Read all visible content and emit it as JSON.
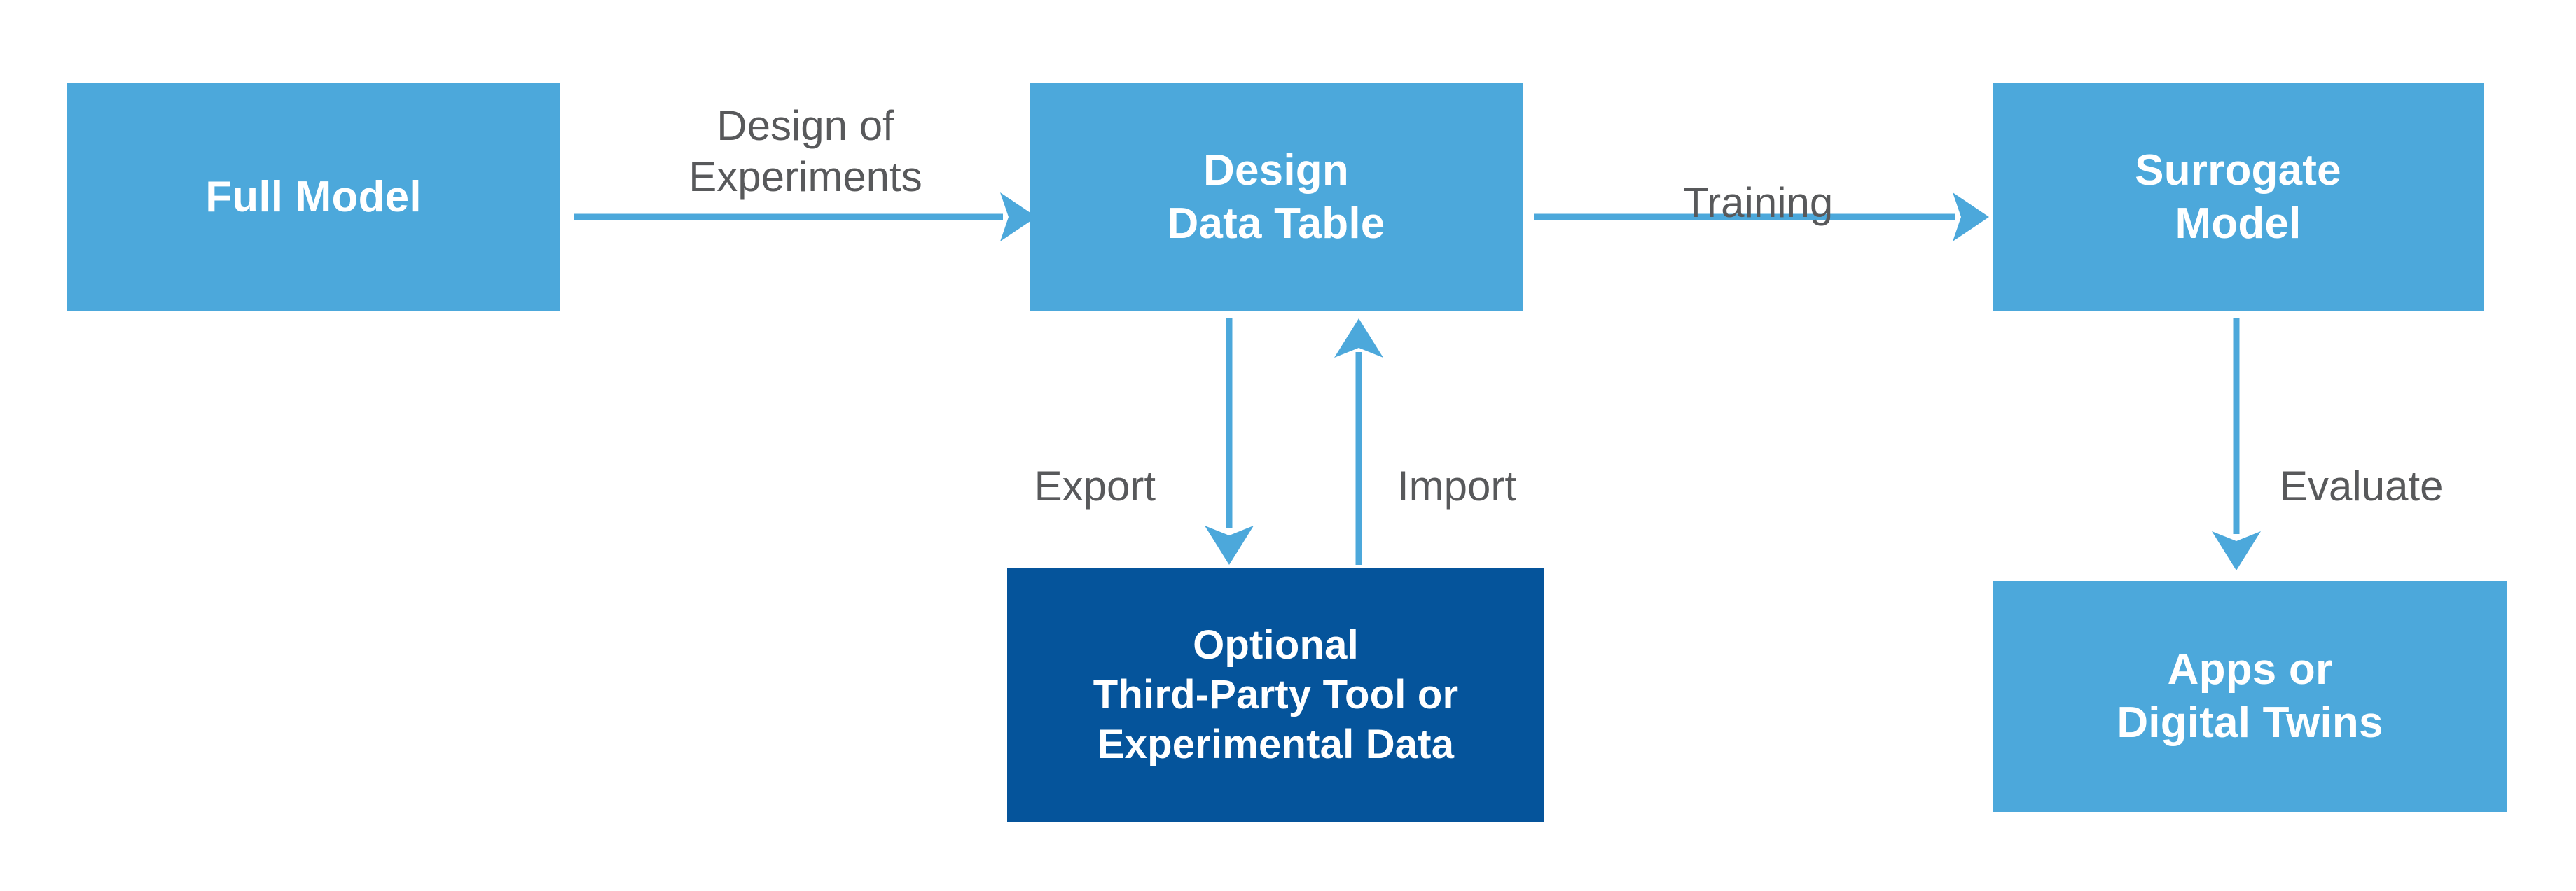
{
  "diagram": {
    "title": "Surrogate Model Workflow",
    "colors": {
      "node_light": "#4CA8DB",
      "node_dark": "#05549B",
      "label_gray": "#58595B",
      "arrow": "#4CA8DB",
      "background": "#FFFFFF"
    },
    "nodes": [
      {
        "id": "full-model",
        "label": "Full Model",
        "style": "light"
      },
      {
        "id": "design-data-table",
        "label": "Design\nData Table",
        "style": "light"
      },
      {
        "id": "surrogate-model",
        "label": "Surrogate\nModel",
        "style": "light"
      },
      {
        "id": "third-party",
        "label": "Optional\nThird-Party Tool or\nExperimental Data",
        "style": "dark"
      },
      {
        "id": "apps",
        "label": "Apps or\nDigital Twins",
        "style": "light"
      }
    ],
    "edges": [
      {
        "id": "doe",
        "label": "Design of\nExperiments",
        "from": "full-model",
        "to": "design-data-table",
        "direction": "right"
      },
      {
        "id": "training",
        "label": "Training",
        "from": "design-data-table",
        "to": "surrogate-model",
        "direction": "right"
      },
      {
        "id": "export",
        "label": "Export",
        "from": "design-data-table",
        "to": "third-party",
        "direction": "down"
      },
      {
        "id": "import",
        "label": "Import",
        "from": "third-party",
        "to": "design-data-table",
        "direction": "up"
      },
      {
        "id": "evaluate",
        "label": "Evaluate",
        "from": "surrogate-model",
        "to": "apps",
        "direction": "down"
      }
    ]
  }
}
